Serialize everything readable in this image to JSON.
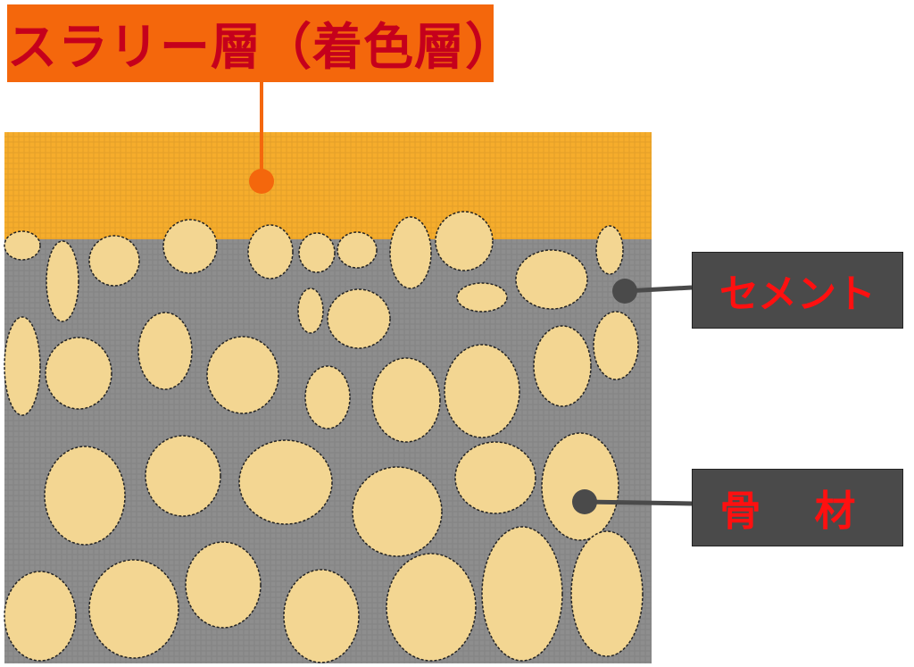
{
  "labels": {
    "slurry_layer": "スラリー層（着色層）",
    "cement": "セメント",
    "aggregate": "骨 材"
  },
  "colors": {
    "slurry_layer": "#f6ad2c",
    "cement": "#8e8e8e",
    "aggregate": "#f3d692",
    "slurry_label_bg": "#f4670c",
    "slurry_label_text": "#c5001c",
    "dark_label_bg": "#4a4a4a",
    "dark_label_text": "#ff1010"
  }
}
